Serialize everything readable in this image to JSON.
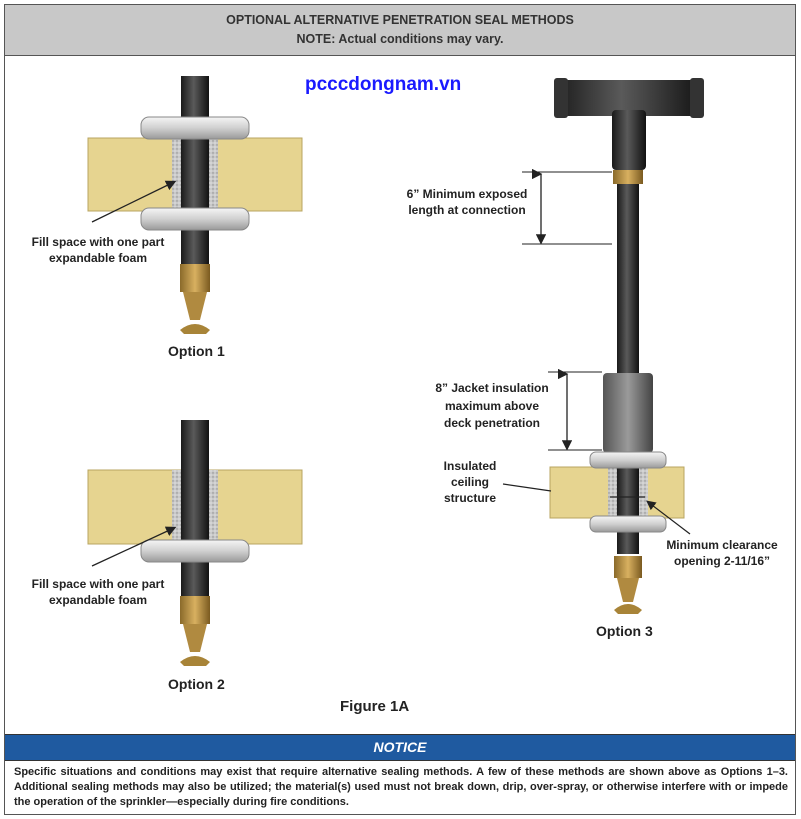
{
  "header": {
    "title": "OPTIONAL ALTERNATIVE PENETRATION SEAL METHODS",
    "note": "NOTE: Actual conditions may vary."
  },
  "watermark": "pcccdongnam.vn",
  "option1": {
    "callout_line1": "Fill space with one part",
    "callout_line2": "expandable foam",
    "label": "Option 1"
  },
  "option2": {
    "callout_line1": "Fill space with one part",
    "callout_line2": "expandable foam",
    "label": "Option 2"
  },
  "option3": {
    "exposed_line1": "6” Minimum exposed",
    "exposed_line2": "length at connection",
    "jacket_line1": "8” Jacket insulation",
    "jacket_line2": "maximum above",
    "jacket_line3": "deck penetration",
    "ceiling_line1": "Insulated",
    "ceiling_line2": "ceiling",
    "ceiling_line3": "structure",
    "clearance_line1": "Minimum clearance",
    "clearance_line2": "opening 2-11/16”",
    "label": "Option 3"
  },
  "figure_caption": "Figure 1A",
  "notice": {
    "title": "NOTICE",
    "body": "Specific situations and conditions may exist that require alternative sealing methods. A few of these methods are shown above as Options 1–3. Additional sealing methods may also be utilized; the material(s) used must not break down, drip, over-spray, or otherwise interfere with or impede the operation of the sprinkler—especially during fire conditions."
  },
  "colors": {
    "insulation": "#e6d490",
    "pipe": "#2a2a2a",
    "foam": "#b5b5b5",
    "brass": "#c8a050",
    "notice_bar": "#1f5aa0"
  }
}
